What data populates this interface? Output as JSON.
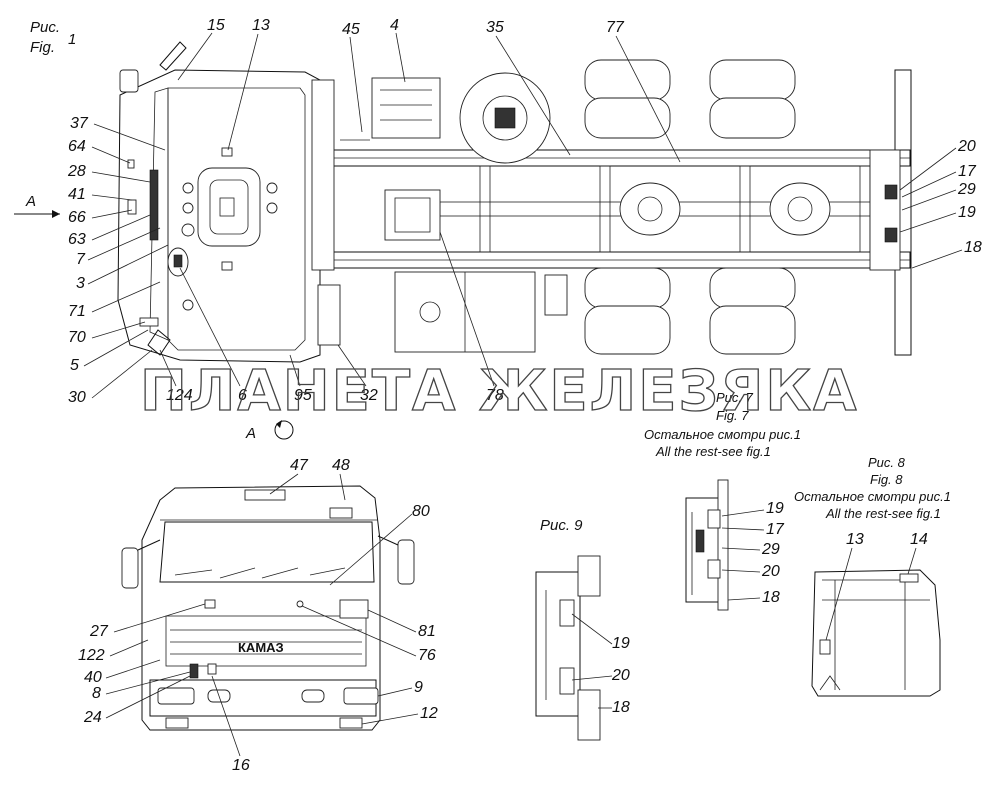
{
  "watermark": "ПЛАНЕТА ЖЕЛЕЗЯКА",
  "figures": {
    "fig1": {
      "caption_ru": "Рис.",
      "caption_en": "Fig.",
      "number": "1",
      "view_label": "А",
      "callouts": [
        "15",
        "13",
        "45",
        "4",
        "35",
        "77",
        "37",
        "64",
        "28",
        "41",
        "66",
        "63",
        "7",
        "3",
        "71",
        "70",
        "5",
        "30",
        "124",
        "6",
        "95",
        "32",
        "78",
        "20",
        "17",
        "29",
        "19",
        "18"
      ]
    },
    "fig_front": {
      "callouts": [
        "47",
        "48",
        "80",
        "27",
        "122",
        "40",
        "8",
        "24",
        "16",
        "81",
        "76",
        "9",
        "12"
      ]
    },
    "fig7": {
      "caption_ru": "Рис. 7",
      "caption_en": "Fig. 7",
      "note_ru": "Остальное смотри рис.1",
      "note_en": "All the rest-see fig.1",
      "callouts": [
        "19",
        "17",
        "29",
        "20",
        "18"
      ]
    },
    "fig8": {
      "caption_ru": "Рис. 8",
      "caption_en": "Fig. 8",
      "note_ru": "Остальное смотри рис.1",
      "note_en": "All the rest-see fig.1",
      "callouts": [
        "13",
        "14"
      ]
    },
    "fig9": {
      "caption_ru": "Рис. 9",
      "callouts": [
        "19",
        "20",
        "18"
      ]
    }
  },
  "grille_badge": "КАМАЗ"
}
